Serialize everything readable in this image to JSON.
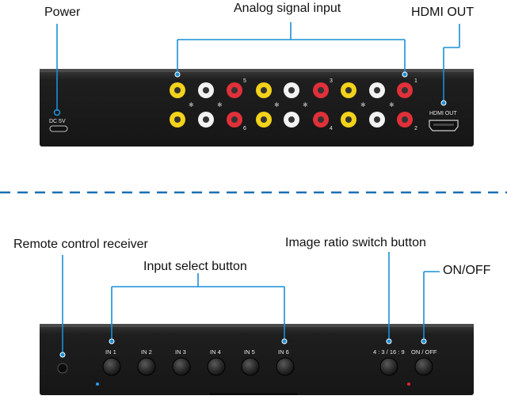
{
  "rear_panel": {
    "callouts": {
      "power": "Power",
      "analog_input": "Analog signal input",
      "hdmi_out": "HDMI OUT"
    },
    "labels": {
      "dc": "DC 5V",
      "hdmi": "HDMI OUT",
      "ch1": "1",
      "ch2": "2",
      "ch3": "3",
      "ch4": "4",
      "ch5": "5",
      "ch6": "6"
    }
  },
  "front_panel": {
    "callouts": {
      "remote": "Remote control receiver",
      "input_select": "Input select button",
      "ratio": "Image ratio switch button",
      "onoff": "ON/OFF"
    },
    "buttons": {
      "in1": "IN 1",
      "in2": "IN 2",
      "in3": "IN 3",
      "in4": "IN 4",
      "in5": "IN 5",
      "in6": "IN 6",
      "ratio": "4 : 3 / 16 : 9",
      "onoff": "ON / OFF"
    }
  },
  "colors": {
    "accent": "#1a8fd6",
    "chassis": "#222222",
    "rca_yellow": "#f2d21b",
    "rca_white": "#f2f2f2",
    "rca_red": "#e0303a"
  }
}
